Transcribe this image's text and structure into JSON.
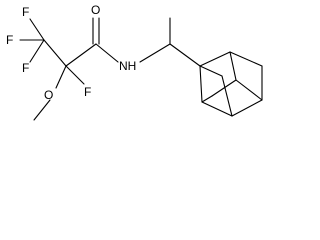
{
  "molecule": {
    "atoms": {
      "f_top": "F",
      "f_left": "F",
      "f_bottom_left": "F",
      "f_alpha": "F",
      "o_carbonyl": "O",
      "o_methoxy": "O",
      "nh": "NH"
    }
  }
}
